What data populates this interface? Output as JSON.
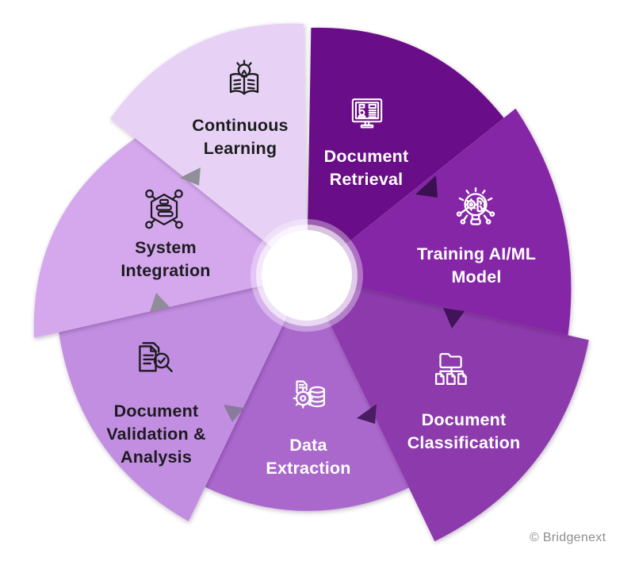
{
  "background": "#FFFFFF",
  "copyright": "© Bridgenext",
  "wheel": {
    "hub_color": "#FFFFFF",
    "segments": [
      {
        "id": "document-retrieval",
        "label": "Document\nRetrieval",
        "color": "#6A0C88",
        "text_color": "#FFFFFF",
        "icon_color": "#FFFFFF",
        "icon": "monitor-document-icon"
      },
      {
        "id": "training-ai-ml-model",
        "label": "Training AI/ML\nModel",
        "color": "#8527A6",
        "text_color": "#FFFFFF",
        "icon_color": "#FFFFFF",
        "icon": "lightbulb-brain-gear-icon"
      },
      {
        "id": "document-classification",
        "label": "Document\nClassification",
        "color": "#8D3BAC",
        "text_color": "#FFFFFF",
        "icon_color": "#FFFFFF",
        "icon": "folder-hierarchy-icon"
      },
      {
        "id": "data-extraction",
        "label": "Data\nExtraction",
        "color": "#AA67CD",
        "text_color": "#FFFFFF",
        "icon_color": "#FFFFFF",
        "icon": "gear-database-icon"
      },
      {
        "id": "document-validation-analysis",
        "label": "Document\nValidation &\nAnalysis",
        "color": "#C28EE2",
        "text_color": "#1C1C1E",
        "icon_color": "#1B1B1D",
        "icon": "document-magnifier-check-icon"
      },
      {
        "id": "system-integration",
        "label": "System\nIntegration",
        "color": "#D5A8EE",
        "text_color": "#1C1C1E",
        "icon_color": "#1B1B1D",
        "icon": "hexagon-stack-icon"
      },
      {
        "id": "continuous-learning",
        "label": "Continuous\nLearning",
        "color": "#E7D2F6",
        "text_color": "#1C1C1E",
        "icon_color": "#1B1B1D",
        "icon": "book-lightbulb-icon"
      }
    ],
    "arrow_colors": [
      "#3A1051",
      "#40135A",
      "#4A1C63",
      "#8A7A9B",
      "#8F8E98",
      "#8F8F97"
    ]
  }
}
